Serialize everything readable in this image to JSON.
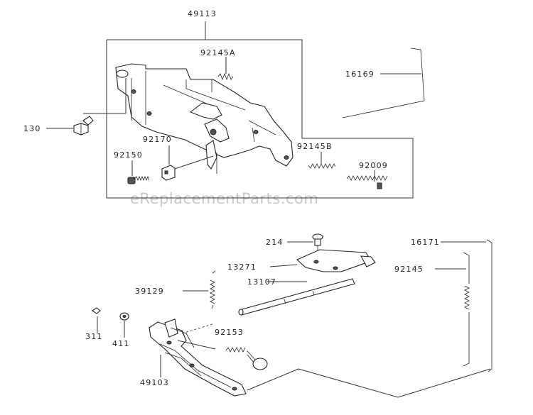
{
  "watermark": "eReplacementParts.com",
  "callouts": {
    "c49113": "49113",
    "c92145A": "92145A",
    "c16169": "16169",
    "c130": "130",
    "c92170": "92170",
    "c92150": "92150",
    "c92145B": "92145B",
    "c92009": "92009",
    "c214": "214",
    "c16171": "16171",
    "c13271": "13271",
    "c92145": "92145",
    "c39129": "39129",
    "c13107": "13107",
    "c311": "311",
    "c411": "411",
    "c92153": "92153",
    "c49103": "49103"
  }
}
